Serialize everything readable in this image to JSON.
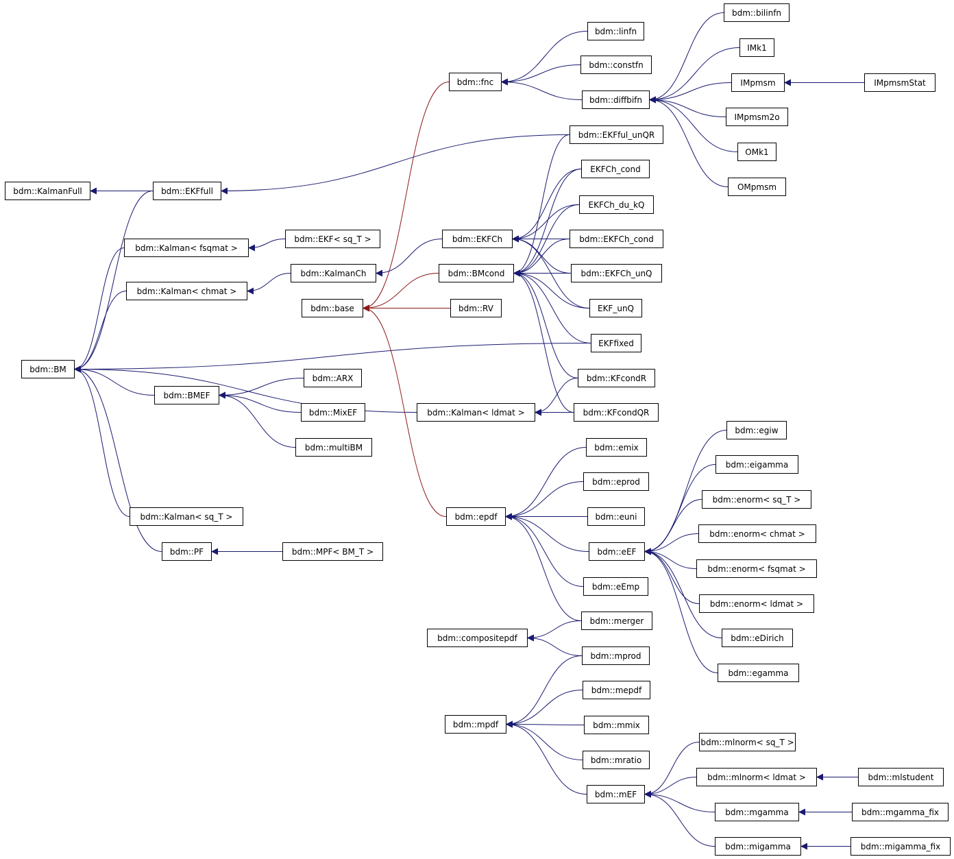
{
  "colors": {
    "inheritance": "#191970",
    "usage": "#8b1a1a"
  },
  "nodes": [
    {
      "id": "bilinfn",
      "label": "bdm::bilinfn"
    },
    {
      "id": "linfn",
      "label": "bdm::linfn"
    },
    {
      "id": "IMk1",
      "label": "IMk1"
    },
    {
      "id": "constfn",
      "label": "bdm::constfn"
    },
    {
      "id": "fnc",
      "label": "bdm::fnc"
    },
    {
      "id": "IMpmsm",
      "label": "IMpmsm"
    },
    {
      "id": "IMpmsmStat",
      "label": "IMpmsmStat"
    },
    {
      "id": "diffbifn",
      "label": "bdm::diffbifn"
    },
    {
      "id": "IMpmsm2o",
      "label": "IMpmsm2o"
    },
    {
      "id": "EKFful_unQR",
      "label": "bdm::EKFful_unQR"
    },
    {
      "id": "OMk1",
      "label": "OMk1"
    },
    {
      "id": "EKFCh_cond_a",
      "label": "EKFCh_cond"
    },
    {
      "id": "KalmanFull",
      "label": "bdm::KalmanFull"
    },
    {
      "id": "EKFfull",
      "label": "bdm::EKFfull"
    },
    {
      "id": "OMpmsm",
      "label": "OMpmsm"
    },
    {
      "id": "EKFCh_du_kQ",
      "label": "EKFCh_du_kQ"
    },
    {
      "id": "EKF_sqT",
      "label": "bdm::EKF< sq_T >"
    },
    {
      "id": "EKFCh",
      "label": "bdm::EKFCh"
    },
    {
      "id": "EKFCh_cond_b",
      "label": "bdm::EKFCh_cond"
    },
    {
      "id": "Kalman_fsqmat",
      "label": "bdm::Kalman< fsqmat >"
    },
    {
      "id": "KalmanCh",
      "label": "bdm::KalmanCh"
    },
    {
      "id": "BMcond",
      "label": "bdm::BMcond"
    },
    {
      "id": "EKFCh_unQ",
      "label": "bdm::EKFCh_unQ"
    },
    {
      "id": "Kalman_chmat",
      "label": "bdm::Kalman< chmat >"
    },
    {
      "id": "base",
      "label": "bdm::base"
    },
    {
      "id": "RV",
      "label": "bdm::RV"
    },
    {
      "id": "EKF_unQ",
      "label": "EKF_unQ"
    },
    {
      "id": "EKFfixed",
      "label": "EKFfixed"
    },
    {
      "id": "BM",
      "label": "bdm::BM"
    },
    {
      "id": "ARX",
      "label": "bdm::ARX"
    },
    {
      "id": "KFcondR",
      "label": "bdm::KFcondR"
    },
    {
      "id": "BMEF",
      "label": "bdm::BMEF"
    },
    {
      "id": "MixEF",
      "label": "bdm::MixEF"
    },
    {
      "id": "Kalman_ldmat",
      "label": "bdm::Kalman< ldmat >"
    },
    {
      "id": "KFcondQR",
      "label": "bdm::KFcondQR"
    },
    {
      "id": "egiw",
      "label": "bdm::egiw"
    },
    {
      "id": "multiBM",
      "label": "bdm::multiBM"
    },
    {
      "id": "emix",
      "label": "bdm::emix"
    },
    {
      "id": "eigamma",
      "label": "bdm::eigamma"
    },
    {
      "id": "eprod",
      "label": "bdm::eprod"
    },
    {
      "id": "enorm_sqT",
      "label": "bdm::enorm< sq_T >"
    },
    {
      "id": "Kalman_sqT",
      "label": "bdm::Kalman< sq_T >"
    },
    {
      "id": "epdf",
      "label": "bdm::epdf"
    },
    {
      "id": "euni",
      "label": "bdm::euni"
    },
    {
      "id": "enorm_chmat",
      "label": "bdm::enorm< chmat >"
    },
    {
      "id": "PF",
      "label": "bdm::PF"
    },
    {
      "id": "MPF",
      "label": "bdm::MPF< BM_T >"
    },
    {
      "id": "eEF",
      "label": "bdm::eEF"
    },
    {
      "id": "enorm_fsqmat",
      "label": "bdm::enorm< fsqmat >"
    },
    {
      "id": "eEmp",
      "label": "bdm::eEmp"
    },
    {
      "id": "enorm_ldmat",
      "label": "bdm::enorm< ldmat >"
    },
    {
      "id": "merger",
      "label": "bdm::merger"
    },
    {
      "id": "compositepdf",
      "label": "bdm::compositepdf"
    },
    {
      "id": "eDirich",
      "label": "bdm::eDirich"
    },
    {
      "id": "mprod",
      "label": "bdm::mprod"
    },
    {
      "id": "egamma",
      "label": "bdm::egamma"
    },
    {
      "id": "mepdf",
      "label": "bdm::mepdf"
    },
    {
      "id": "mpdf",
      "label": "bdm::mpdf"
    },
    {
      "id": "mmix",
      "label": "bdm::mmix"
    },
    {
      "id": "mlnorm_sqT",
      "label": "bdm::mlnorm< sq_T >"
    },
    {
      "id": "mratio",
      "label": "bdm::mratio"
    },
    {
      "id": "mlnorm_ldmat",
      "label": "bdm::mlnorm< ldmat >"
    },
    {
      "id": "mlstudent",
      "label": "bdm::mlstudent"
    },
    {
      "id": "mEF",
      "label": "bdm::mEF"
    },
    {
      "id": "mgamma",
      "label": "bdm::mgamma"
    },
    {
      "id": "mgamma_fix",
      "label": "bdm::mgamma_fix"
    },
    {
      "id": "migamma",
      "label": "bdm::migamma"
    },
    {
      "id": "migamma_fix",
      "label": "bdm::migamma_fix"
    }
  ],
  "edges": [
    {
      "from": "linfn",
      "to": "fnc",
      "kind": "inheritance"
    },
    {
      "from": "constfn",
      "to": "fnc",
      "kind": "inheritance"
    },
    {
      "from": "diffbifn",
      "to": "fnc",
      "kind": "inheritance"
    },
    {
      "from": "bilinfn",
      "to": "diffbifn",
      "kind": "inheritance"
    },
    {
      "from": "IMk1",
      "to": "diffbifn",
      "kind": "inheritance"
    },
    {
      "from": "IMpmsm",
      "to": "diffbifn",
      "kind": "inheritance"
    },
    {
      "from": "IMpmsm2o",
      "to": "diffbifn",
      "kind": "inheritance"
    },
    {
      "from": "OMk1",
      "to": "diffbifn",
      "kind": "inheritance"
    },
    {
      "from": "OMpmsm",
      "to": "diffbifn",
      "kind": "inheritance"
    },
    {
      "from": "IMpmsmStat",
      "to": "IMpmsm",
      "kind": "inheritance"
    },
    {
      "from": "EKFfull",
      "to": "KalmanFull",
      "kind": "inheritance"
    },
    {
      "from": "EKFful_unQR",
      "to": "EKFfull",
      "kind": "inheritance"
    },
    {
      "from": "EKF_sqT",
      "to": "Kalman_fsqmat",
      "kind": "inheritance"
    },
    {
      "from": "EKFCh",
      "to": "KalmanCh",
      "kind": "inheritance"
    },
    {
      "from": "KalmanCh",
      "to": "Kalman_chmat",
      "kind": "inheritance"
    },
    {
      "from": "EKFCh_cond_a",
      "to": "EKFCh",
      "kind": "inheritance"
    },
    {
      "from": "EKFCh_du_kQ",
      "to": "EKFCh",
      "kind": "inheritance"
    },
    {
      "from": "EKFCh_cond_b",
      "to": "EKFCh",
      "kind": "inheritance"
    },
    {
      "from": "EKFCh_unQ",
      "to": "EKFCh",
      "kind": "inheritance"
    },
    {
      "from": "EKF_unQ",
      "to": "EKFCh",
      "kind": "inheritance"
    },
    {
      "from": "EKFful_unQR",
      "to": "BMcond",
      "kind": "inheritance"
    },
    {
      "from": "EKFCh_cond_a",
      "to": "BMcond",
      "kind": "inheritance"
    },
    {
      "from": "EKFCh_du_kQ",
      "to": "BMcond",
      "kind": "inheritance"
    },
    {
      "from": "EKFCh_cond_b",
      "to": "BMcond",
      "kind": "inheritance"
    },
    {
      "from": "EKFCh_unQ",
      "to": "BMcond",
      "kind": "inheritance"
    },
    {
      "from": "EKF_unQ",
      "to": "BMcond",
      "kind": "inheritance"
    },
    {
      "from": "EKFfixed",
      "to": "BMcond",
      "kind": "inheritance"
    },
    {
      "from": "KFcondR",
      "to": "BMcond",
      "kind": "inheritance"
    },
    {
      "from": "KFcondQR",
      "to": "BMcond",
      "kind": "inheritance"
    },
    {
      "from": "KFcondR",
      "to": "Kalman_ldmat",
      "kind": "inheritance"
    },
    {
      "from": "KFcondQR",
      "to": "Kalman_ldmat",
      "kind": "inheritance"
    },
    {
      "from": "EKFfixed",
      "to": "BM",
      "kind": "inheritance"
    },
    {
      "from": "EKFfull",
      "to": "BM",
      "kind": "inheritance"
    },
    {
      "from": "Kalman_fsqmat",
      "to": "BM",
      "kind": "inheritance"
    },
    {
      "from": "Kalman_chmat",
      "to": "BM",
      "kind": "inheritance"
    },
    {
      "from": "BMEF",
      "to": "BM",
      "kind": "inheritance"
    },
    {
      "from": "Kalman_ldmat",
      "to": "BM",
      "kind": "inheritance"
    },
    {
      "from": "Kalman_sqT",
      "to": "BM",
      "kind": "inheritance"
    },
    {
      "from": "PF",
      "to": "BM",
      "kind": "inheritance"
    },
    {
      "from": "ARX",
      "to": "BMEF",
      "kind": "inheritance"
    },
    {
      "from": "MixEF",
      "to": "BMEF",
      "kind": "inheritance"
    },
    {
      "from": "multiBM",
      "to": "BMEF",
      "kind": "inheritance"
    },
    {
      "from": "MPF",
      "to": "PF",
      "kind": "inheritance"
    },
    {
      "from": "emix",
      "to": "epdf",
      "kind": "inheritance"
    },
    {
      "from": "eprod",
      "to": "epdf",
      "kind": "inheritance"
    },
    {
      "from": "euni",
      "to": "epdf",
      "kind": "inheritance"
    },
    {
      "from": "eEF",
      "to": "epdf",
      "kind": "inheritance"
    },
    {
      "from": "eEmp",
      "to": "epdf",
      "kind": "inheritance"
    },
    {
      "from": "merger",
      "to": "epdf",
      "kind": "inheritance"
    },
    {
      "from": "egiw",
      "to": "eEF",
      "kind": "inheritance"
    },
    {
      "from": "eigamma",
      "to": "eEF",
      "kind": "inheritance"
    },
    {
      "from": "enorm_sqT",
      "to": "eEF",
      "kind": "inheritance"
    },
    {
      "from": "enorm_chmat",
      "to": "eEF",
      "kind": "inheritance"
    },
    {
      "from": "enorm_fsqmat",
      "to": "eEF",
      "kind": "inheritance"
    },
    {
      "from": "enorm_ldmat",
      "to": "eEF",
      "kind": "inheritance"
    },
    {
      "from": "eDirich",
      "to": "eEF",
      "kind": "inheritance"
    },
    {
      "from": "egamma",
      "to": "eEF",
      "kind": "inheritance"
    },
    {
      "from": "merger",
      "to": "compositepdf",
      "kind": "inheritance"
    },
    {
      "from": "mprod",
      "to": "compositepdf",
      "kind": "inheritance"
    },
    {
      "from": "mprod",
      "to": "mpdf",
      "kind": "inheritance"
    },
    {
      "from": "mepdf",
      "to": "mpdf",
      "kind": "inheritance"
    },
    {
      "from": "mmix",
      "to": "mpdf",
      "kind": "inheritance"
    },
    {
      "from": "mratio",
      "to": "mpdf",
      "kind": "inheritance"
    },
    {
      "from": "mEF",
      "to": "mpdf",
      "kind": "inheritance"
    },
    {
      "from": "mlnorm_sqT",
      "to": "mEF",
      "kind": "inheritance"
    },
    {
      "from": "mlnorm_ldmat",
      "to": "mEF",
      "kind": "inheritance"
    },
    {
      "from": "mgamma",
      "to": "mEF",
      "kind": "inheritance"
    },
    {
      "from": "migamma",
      "to": "mEF",
      "kind": "inheritance"
    },
    {
      "from": "mlstudent",
      "to": "mlnorm_ldmat",
      "kind": "inheritance"
    },
    {
      "from": "mgamma_fix",
      "to": "mgamma",
      "kind": "inheritance"
    },
    {
      "from": "migamma_fix",
      "to": "migamma",
      "kind": "inheritance"
    },
    {
      "from": "fnc",
      "to": "base",
      "kind": "usage"
    },
    {
      "from": "BMcond",
      "to": "base",
      "kind": "usage"
    },
    {
      "from": "RV",
      "to": "base",
      "kind": "usage"
    },
    {
      "from": "epdf",
      "to": "base",
      "kind": "usage"
    }
  ]
}
